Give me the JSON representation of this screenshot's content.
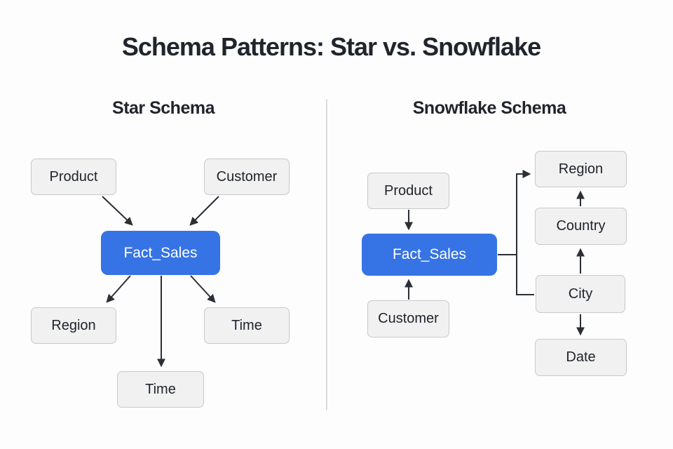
{
  "title": "Schema Patterns: Star vs. Snowflake",
  "star": {
    "heading": "Star Schema",
    "nodes": {
      "product": "Product",
      "customer": "Customer",
      "fact": "Fact_Sales",
      "region": "Region",
      "time_right": "Time",
      "time_bottom": "Time"
    },
    "edges": [
      "Product -> Fact_Sales",
      "Customer -> Fact_Sales",
      "Fact_Sales -> Region",
      "Fact_Sales -> Time (bottom)",
      "Fact_Sales -> Time (right)"
    ]
  },
  "snowflake": {
    "heading": "Snowflake Schema",
    "nodes": {
      "product": "Product",
      "fact": "Fact_Sales",
      "customer": "Customer",
      "region": "Region",
      "country": "Country",
      "city": "City",
      "date": "Date"
    },
    "edges": [
      "Product -> Fact_Sales",
      "Customer -> Fact_Sales",
      "Fact_Sales -> Region",
      "Fact_Sales -> City",
      "Country -> Region",
      "City -> Country",
      "City -> Date"
    ]
  },
  "colors": {
    "fact_fill": "#3674e5",
    "dimension_fill": "#f1f1f2",
    "dimension_border": "#c9c9cb",
    "arrow": "#2b2f36",
    "text": "#20242c",
    "divider": "#dcdcdc",
    "background": "#fdfdfd"
  }
}
